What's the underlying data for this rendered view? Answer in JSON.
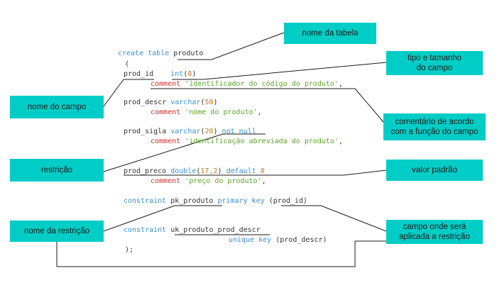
{
  "code": {
    "l1": {
      "kw": "create table",
      "name": "produto"
    },
    "l2": {
      "text": "("
    },
    "l3": {
      "field": "prod_id",
      "type": "int",
      "open": "(",
      "size": "8",
      "close": ")"
    },
    "l4": {
      "kw": "comment",
      "str": "'identificador do código do produto'",
      "end": ","
    },
    "l5": {
      "field": "prod_descr",
      "type": "varchar",
      "open": "(",
      "size": "50",
      "close": ")"
    },
    "l6": {
      "kw": "comment",
      "str": "'nome do produto'",
      "end": ","
    },
    "l7": {
      "field": "prod_sigla",
      "type": "varchar",
      "open": "(",
      "size": "20",
      "close": ")",
      "restr": "not null"
    },
    "l8": {
      "kw": "comment",
      "str": "'identificação abreviada do produto'",
      "end": ","
    },
    "l9": {
      "field": "prod_preco",
      "type": "double",
      "open": "(",
      "size": "17,2",
      "close": ")",
      "def": "default",
      "val": "0"
    },
    "l10": {
      "kw": "comment",
      "str": "'preço do produto'",
      "end": ","
    },
    "l11": {
      "kw": "constraint",
      "name": "pk_produto",
      "kw2": "primary key",
      "cols": "(prod_id)"
    },
    "l12": {
      "kw": "constraint",
      "name": "uk_produto_prod_descr"
    },
    "l13": {
      "kw2": "unique key",
      "cols": "(prod_descr)"
    },
    "l14": {
      "text": ");"
    }
  },
  "labels": {
    "nome_tabela": "nome da tabela",
    "tipo_tamanho_1": "tipo e tamanho",
    "tipo_tamanho_2": "do campo",
    "nome_campo": "nome do campo",
    "comentario_1": "comentário de acordo",
    "comentario_2": "com a função do campo",
    "restricao": "restrição",
    "valor_padrao": "valor padrão",
    "nome_restricao": "nome da restrição",
    "campo_restricao_1": "campo onde será",
    "campo_restricao_2": "aplicada a restrição"
  },
  "colors": {
    "box": "#00cdc6",
    "keyword": "#3a8fd6",
    "comment_kw": "#d42a2a",
    "string": "#5aa52a",
    "number": "#c27a2a"
  }
}
